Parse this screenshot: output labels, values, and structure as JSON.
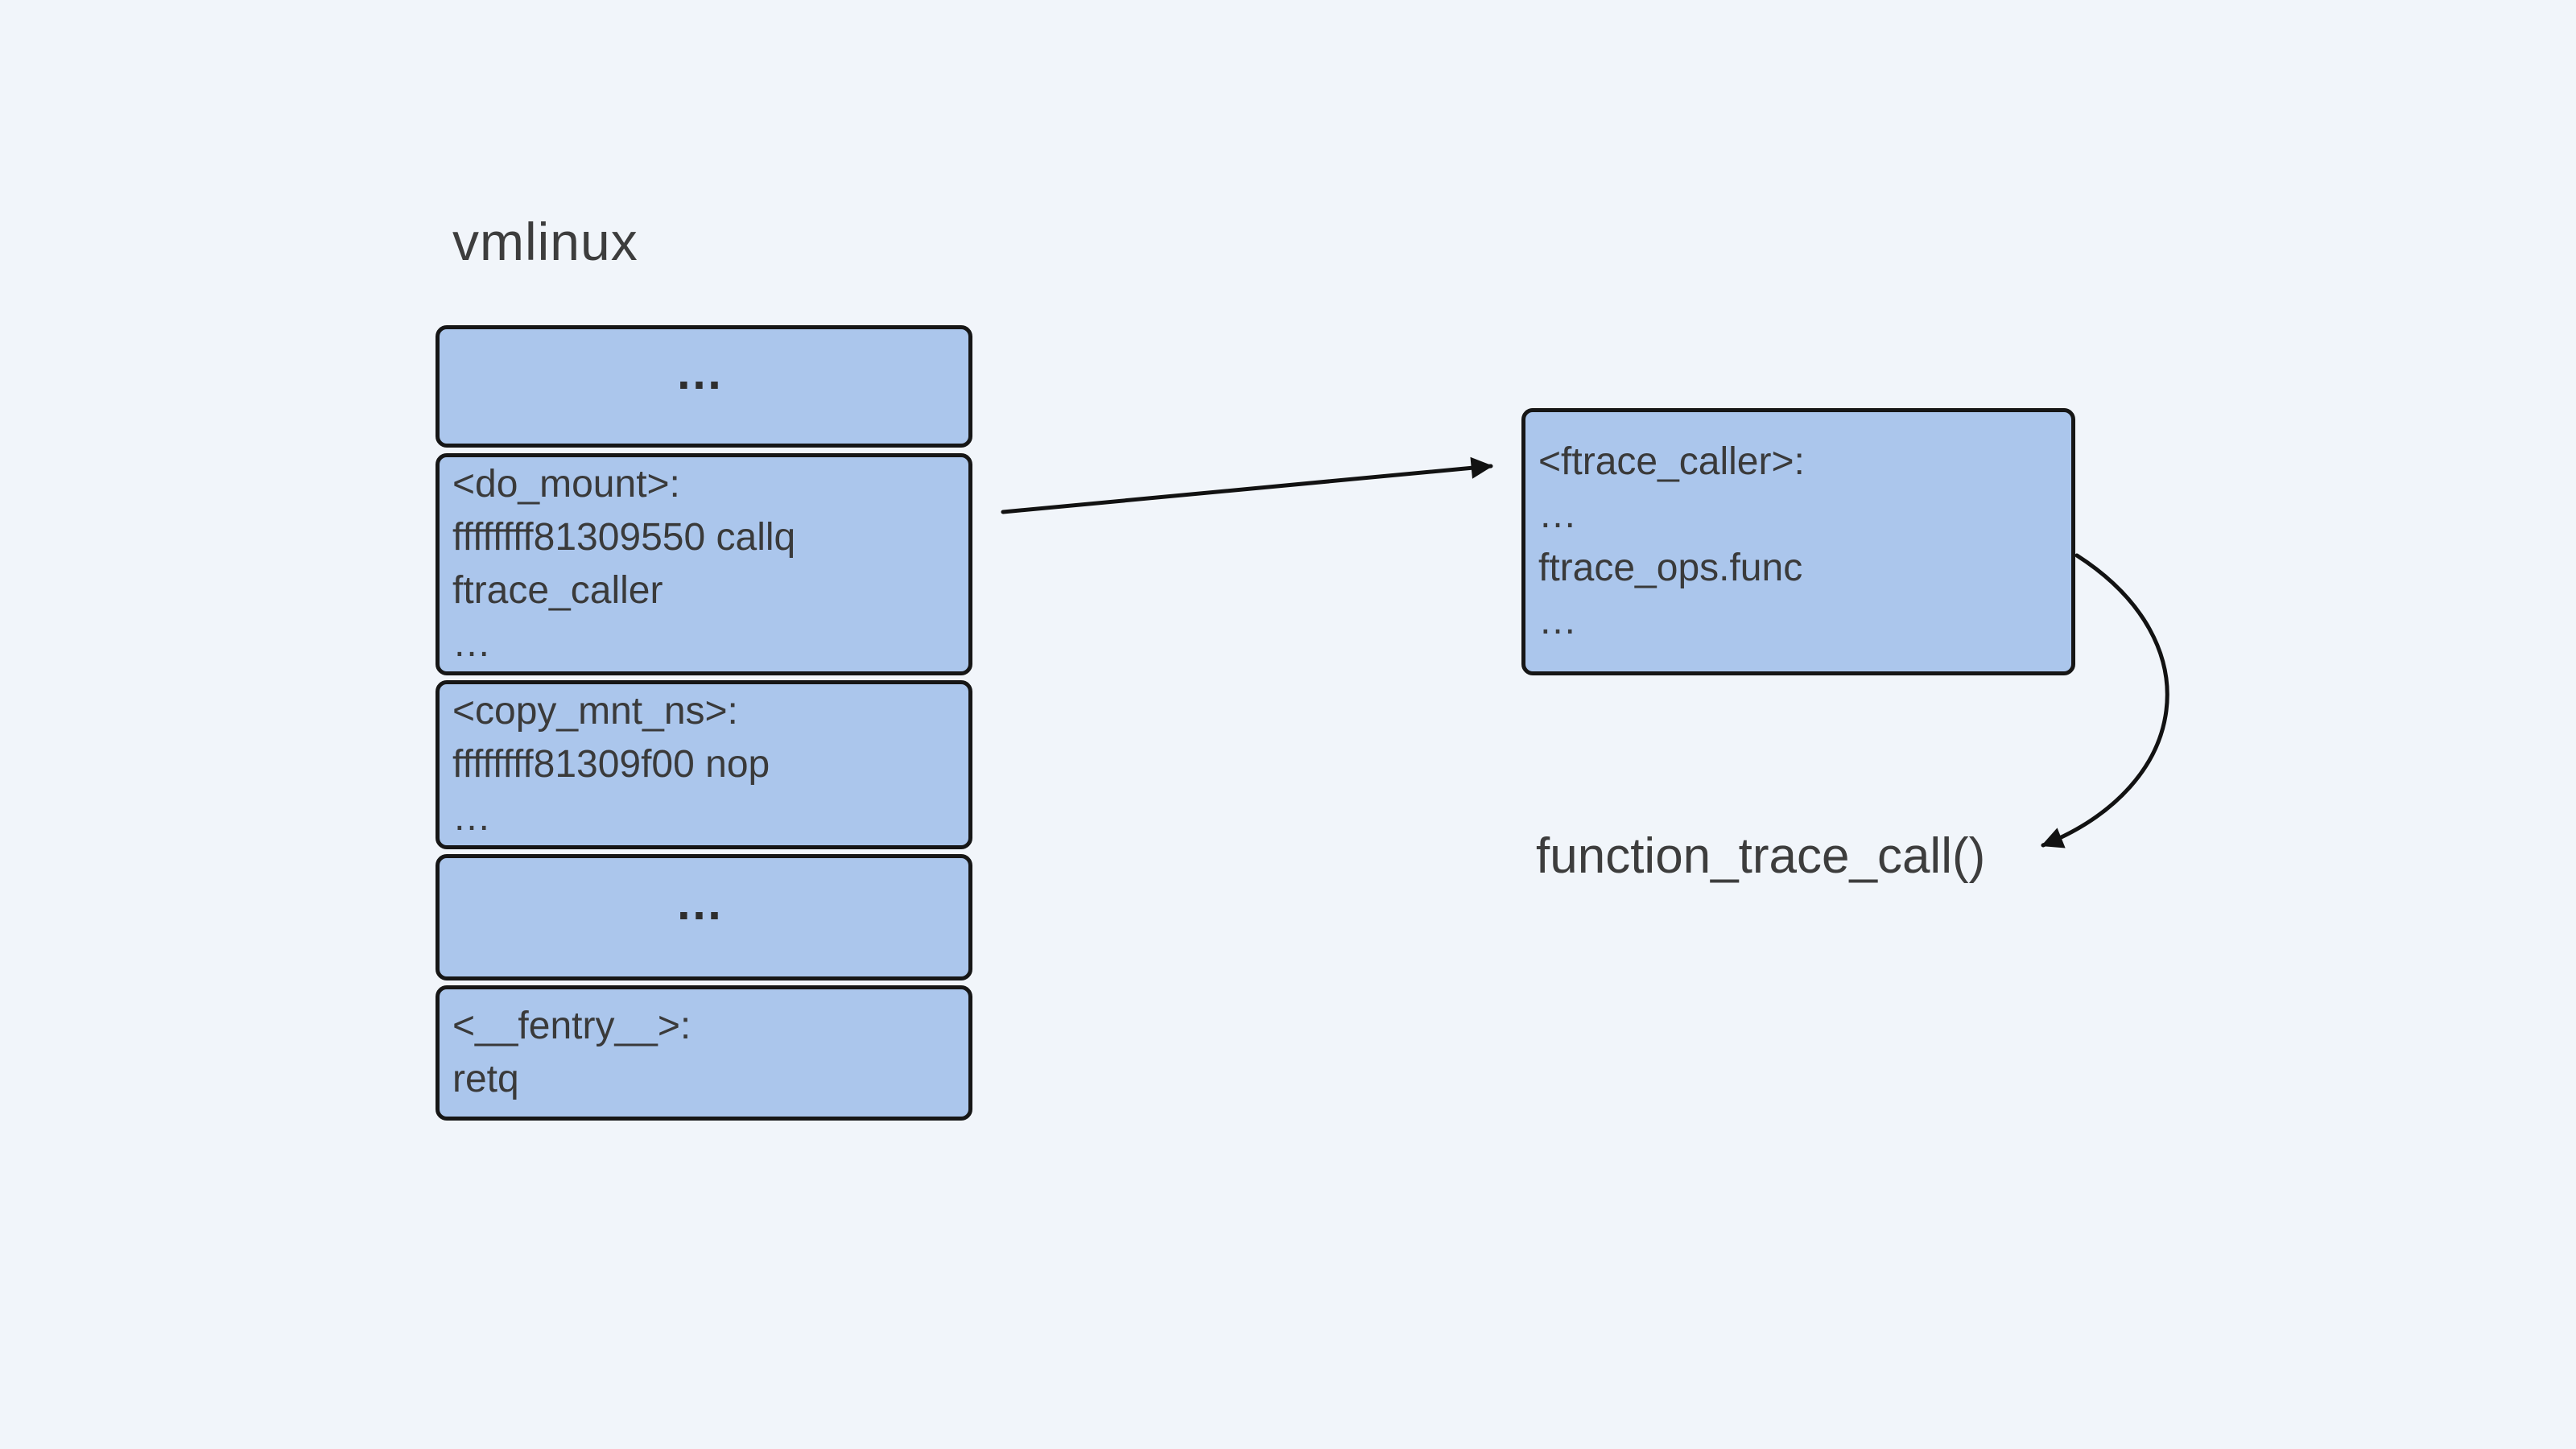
{
  "title": "vmlinux",
  "colors": {
    "background": "#f1f5fa",
    "box_fill": "#abc6ec",
    "box_border": "#161616",
    "text": "#3a3a3a",
    "arrow": "#121212"
  },
  "stack": {
    "boxes": [
      {
        "type": "dots",
        "dots": "…"
      },
      {
        "type": "code",
        "lines": [
          "<do_mount>:",
          "ffffffff81309550 callq",
          "ftrace_caller",
          "…"
        ]
      },
      {
        "type": "code",
        "lines": [
          "<copy_mnt_ns>:",
          "ffffffff81309f00 nop",
          "…"
        ]
      },
      {
        "type": "dots",
        "dots": "…"
      },
      {
        "type": "code",
        "lines": [
          "<__fentry__>:",
          "retq"
        ]
      }
    ]
  },
  "ftrace_box": {
    "lines": [
      "<ftrace_caller>:",
      "…",
      "ftrace_ops.func",
      "…"
    ]
  },
  "callout": {
    "label": "function_trace_call()"
  }
}
